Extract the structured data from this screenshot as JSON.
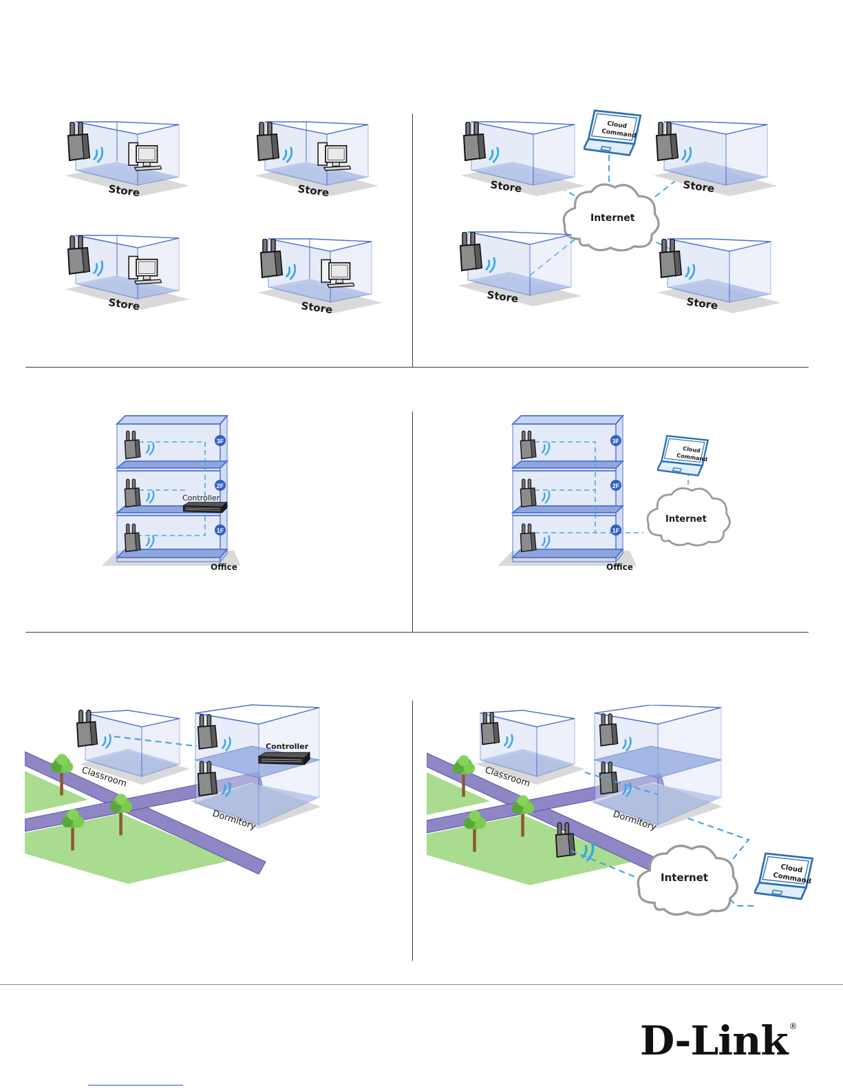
{
  "labels": {
    "store": "Store",
    "internet": "Internet",
    "cloud_command_line1": "Cloud",
    "cloud_command_line2": "Command",
    "controller": "Controller",
    "office": "Office",
    "floor_3": "3F",
    "floor_2": "2F",
    "floor_1": "1F",
    "classroom": "Classroom",
    "dormitory": "Dormitory"
  },
  "logo": {
    "text": "D-Link",
    "mark": "®"
  },
  "colors": {
    "glass_edge": "#4a6fd1",
    "glass_fill": "#cfd9f2",
    "floor_fill": "#8fa6dd",
    "wifi": "#39a6e8",
    "dash": "#4aa3e0",
    "grass": "#a9dc8e",
    "road": "#8f86c6",
    "floor_badge": "#2e5fc4"
  }
}
